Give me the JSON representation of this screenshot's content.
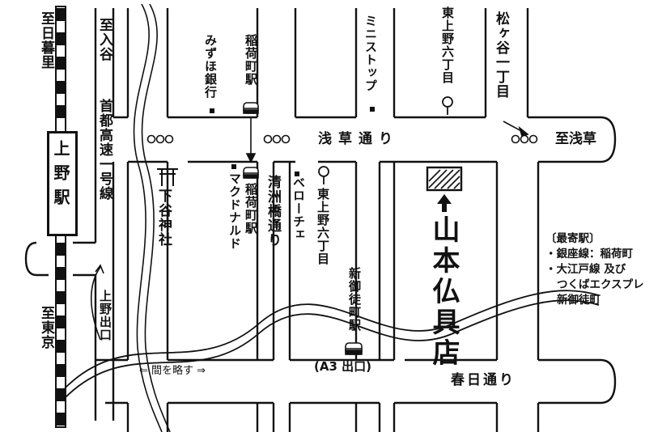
{
  "stations": {
    "ueno": "上野駅",
    "inaricho_north": "稲荷町駅",
    "inaricho_south": "稲荷町駅",
    "shin_okachimachi": "新御徒町駅"
  },
  "directions": {
    "nippori": "至日暮里",
    "iriya": "至入谷",
    "asakusa": "至浅草",
    "tokyo": "至東京"
  },
  "roads": {
    "asakusa_dori": "浅草通り",
    "kasuga_dori": "春日通り",
    "seishubashi_dori": "清洲橋通り",
    "expressway": "首都高速一号線",
    "ueno_exit": "上野出口"
  },
  "landmarks": {
    "mizuho": "みずほ銀行",
    "ministop": "ミニストップ",
    "higashiueno_6_north": "東上野六丁目",
    "matsugaya": "松ヶ谷一丁目",
    "shitaya_shrine": "下谷神社",
    "mcdonalds": "マクドナルド",
    "veloce": "ベローチェ",
    "higashiueno_6_south": "東上野六丁目",
    "a3_exit": "(A3 出口)",
    "omitted": "間を略す",
    "shop": "山本仏具店"
  },
  "nearest": {
    "title": "〔最寄駅〕",
    "line1": "・銀座線：稲荷町",
    "line2": "・大江戸線 及び",
    "line3": "つくばエクスプレ",
    "line4": "新御徒町"
  },
  "colors": {
    "ink": "#111111",
    "paper": "#ffffff"
  }
}
